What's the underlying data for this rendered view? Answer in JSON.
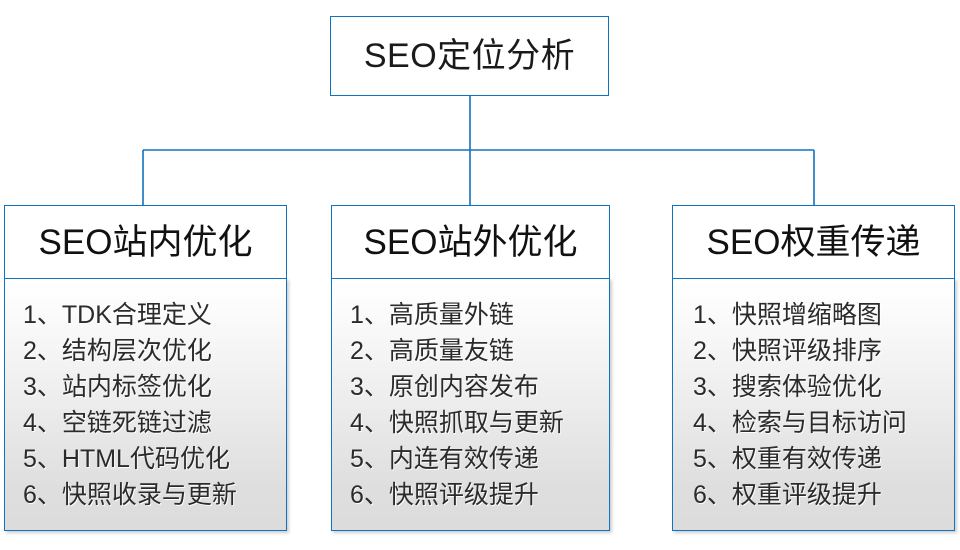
{
  "diagram": {
    "type": "org-chart",
    "accent_color": "#1172bd",
    "text_color": "#1a1a1a",
    "background_color": "#ffffff",
    "root": {
      "title": "SEO定位分析"
    },
    "branches": [
      {
        "id": "seo-onsite",
        "title": "SEO站内优化",
        "items": [
          "1、TDK合理定义",
          "2、结构层次优化",
          "3、站内标签优化",
          "4、空链死链过滤",
          "5、HTML代码优化",
          "6、快照收录与更新"
        ]
      },
      {
        "id": "seo-offsite",
        "title": "SEO站外优化",
        "items": [
          "1、高质量外链",
          "2、高质量友链",
          "3、原创内容发布",
          "4、快照抓取与更新",
          "5、内连有效传递",
          "6、快照评级提升"
        ]
      },
      {
        "id": "seo-weight",
        "title": "SEO权重传递",
        "items": [
          "1、快照增缩略图",
          "2、快照评级排序",
          "3、搜索体验优化",
          "4、检索与目标访问",
          "5、权重有效传递",
          "6、权重评级提升"
        ]
      }
    ]
  }
}
